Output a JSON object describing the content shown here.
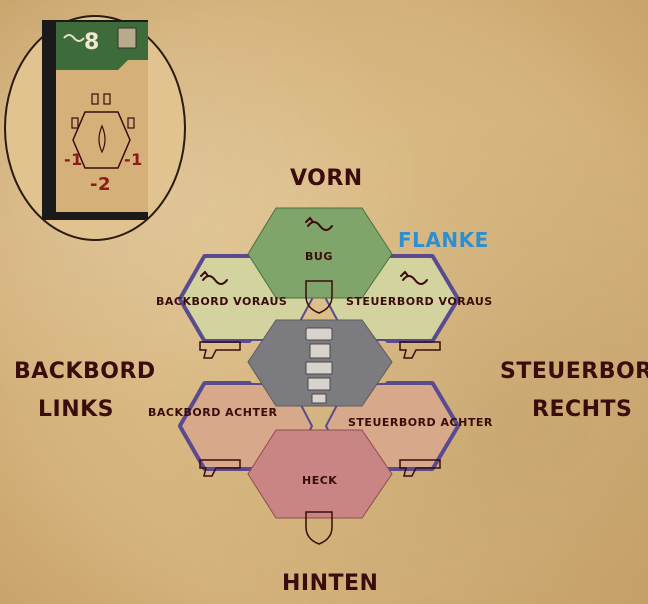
{
  "directions": {
    "front": "VORN",
    "rear": "HINTEN",
    "left_line1": "BACKBORD",
    "left_line2": "LINKS",
    "right_line1": "STEUERBORD",
    "right_line2": "RECHTS",
    "flank": "FLANKE"
  },
  "hexes": {
    "bow": "BUG",
    "port_forward": "BACKBORD VORAUS",
    "starboard_forward": "STEUERBORD VORAUS",
    "port_aft": "BACKBORD ACHTER",
    "starboard_aft": "STEUERBORD ACHTER",
    "stern": "HECK"
  },
  "card": {
    "value": "8",
    "mod_left": "-1",
    "mod_right": "-1",
    "mod_rear": "-2"
  },
  "colors": {
    "bow_green": "#7fa56a",
    "forward_pale": "#d3d3a0",
    "aft_tan": "#d7a98a",
    "stern_rose": "#c98484",
    "ship_grey": "#7b7b80",
    "flank_blue": "#2e8fd0",
    "outline_purple": "#5a4a8f"
  },
  "icons": [
    "serpent-icon",
    "shield-icon",
    "cannon-icon",
    "ship-icon"
  ]
}
